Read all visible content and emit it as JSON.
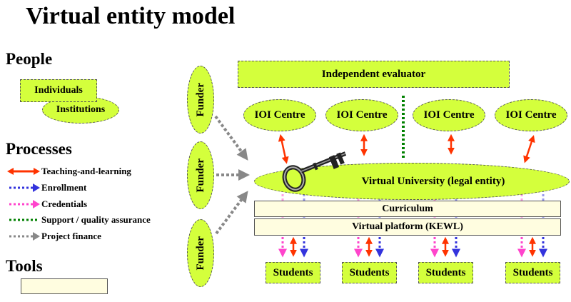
{
  "title": "Virtual entity model",
  "legend": {
    "people": {
      "heading": "People",
      "individuals": "Individuals",
      "institutions": "Institutions"
    },
    "processes": {
      "heading": "Processes",
      "items": [
        {
          "label": "Teaching-and-learning",
          "style": "solid-double",
          "color": "#ff3300"
        },
        {
          "label": "Enrollment",
          "style": "dotted-arrow",
          "color": "#3333dd"
        },
        {
          "label": "Credentials",
          "style": "dotted-arrow",
          "color": "#ff44cc"
        },
        {
          "label": "Support / quality assurance",
          "style": "dotted-line",
          "color": "#008000"
        },
        {
          "label": "Project finance",
          "style": "dotted-arrow",
          "color": "#888888"
        }
      ]
    },
    "tools": {
      "heading": "Tools"
    }
  },
  "diagram": {
    "funders": [
      "Funder",
      "Funder",
      "Funder"
    ],
    "evaluator": "Independent evaluator",
    "centres": [
      "IOI Centre",
      "IOI Centre",
      "IOI Centre",
      "IOI Centre"
    ],
    "university": "Virtual University (legal entity)",
    "curriculum": "Curriculum",
    "platform": "Virtual platform (KEWL)",
    "students": [
      "Students",
      "Students",
      "Students",
      "Students"
    ],
    "key_icon": "key-icon"
  },
  "colors": {
    "entity_fill": "#d4ff3c",
    "tool_fill": "#fffde0",
    "teaching": "#ff3300",
    "enrollment": "#3333dd",
    "credentials": "#ff44cc",
    "support": "#008000",
    "finance": "#888888"
  }
}
